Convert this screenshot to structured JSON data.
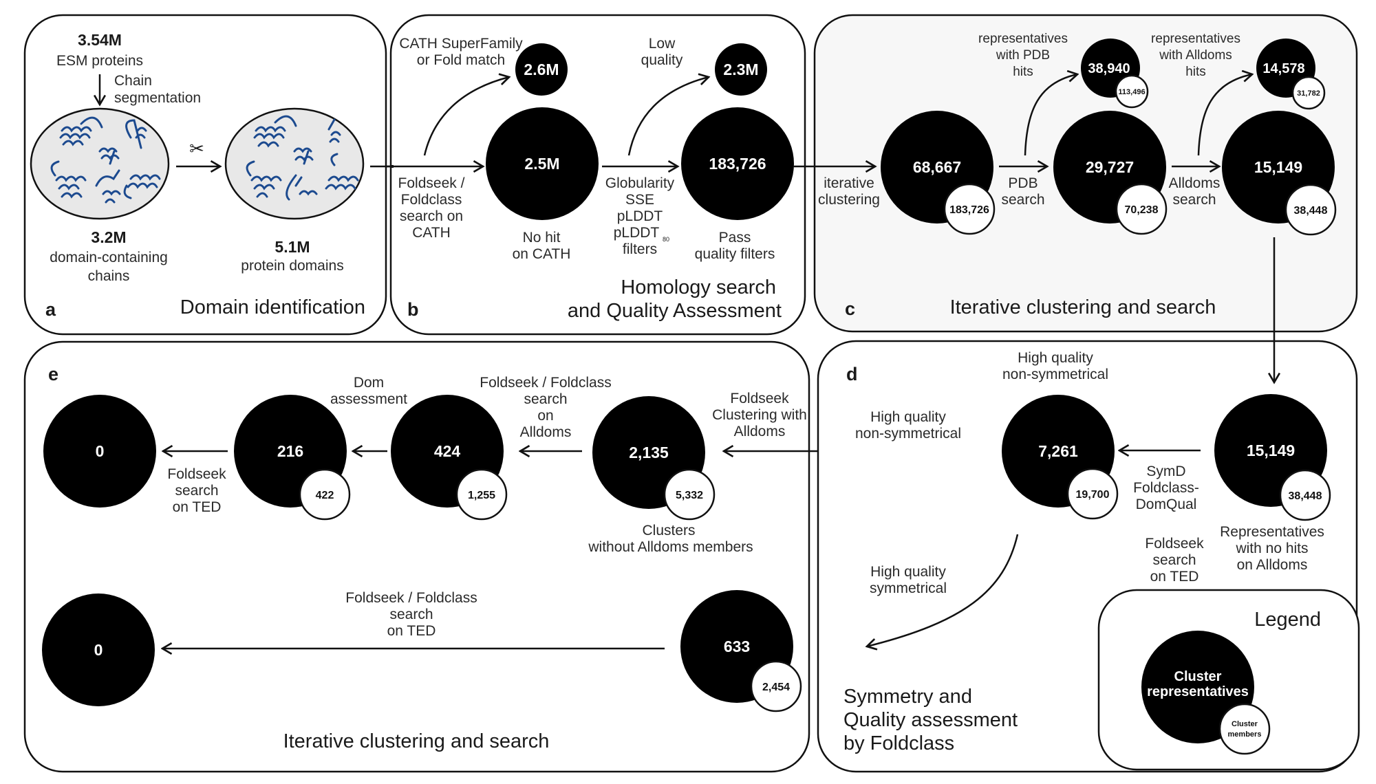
{
  "colors": {
    "representative": "#000000",
    "member": "#ffffff",
    "panel_c_bg": "#f7f7f7",
    "protein": "#1c4a8f",
    "sample_ellipse": "#e8e8e8"
  },
  "panel_a": {
    "letter": "a",
    "title": "Domain identification",
    "input_count": "3.54M",
    "input_label": "ESM proteins",
    "step_label_1": "Chain",
    "step_label_2": "segmentation",
    "chains_count": "3.2M",
    "chains_label_1": "domain-containing",
    "chains_label_2": "chains",
    "domains_count": "5.1M",
    "domains_label": "protein domains",
    "scissors_icon": "✂"
  },
  "panel_b": {
    "letter": "b",
    "title_1": "Homology search",
    "title_2": "and Quality Assessment",
    "search_label": [
      "Foldseek /",
      "Foldclass",
      "search on",
      "CATH"
    ],
    "cath_match_label": [
      "CATH SuperFamily",
      "or Fold match"
    ],
    "cath_match_count": "2.6M",
    "no_hit_count": "2.5M",
    "no_hit_label": [
      "No hit",
      "on CATH"
    ],
    "filter_label": [
      "Globularity",
      "SSE",
      "pLDDT",
      "pLDDT",
      "filters"
    ],
    "filter_subscript": "80",
    "low_quality_label": [
      "Low",
      "quality"
    ],
    "low_quality_count": "2.3M",
    "pass_count": "183,726",
    "pass_label": [
      "Pass",
      "quality filters"
    ]
  },
  "panel_c": {
    "letter": "c",
    "title": "Iterative clustering and search",
    "step1_label": [
      "iterative",
      "clustering"
    ],
    "cluster1": {
      "reps": "68,667",
      "members": "183,726"
    },
    "step2_label": [
      "PDB",
      "search"
    ],
    "pdb_hits_label": [
      "representatives",
      "with PDB",
      "hits"
    ],
    "pdb_hits": {
      "reps": "38,940",
      "members": "113,496"
    },
    "cluster2": {
      "reps": "29,727",
      "members": "70,238"
    },
    "step3_label": [
      "Alldoms",
      "search"
    ],
    "alldoms_hits_label": [
      "representatives",
      "with Alldoms",
      "hits"
    ],
    "alldoms_hits": {
      "reps": "14,578",
      "members": "31,782"
    },
    "cluster3": {
      "reps": "15,149",
      "members": "38,448"
    }
  },
  "panel_d": {
    "letter": "d",
    "title": [
      "Symmetry and",
      "Quality assessment",
      "by Foldclass"
    ],
    "input": {
      "reps": "15,149",
      "members": "38,448"
    },
    "input_label": [
      "Representatives",
      "with no hits",
      "on Alldoms"
    ],
    "foldseek_ted_label": [
      "Foldseek",
      "search",
      "on TED"
    ],
    "step_label": [
      "SymD",
      "Foldclass-",
      "DomQual"
    ],
    "hq_nonsym": {
      "reps": "7,261",
      "members": "19,700"
    },
    "hq_nonsym_top_label": [
      "High quality",
      "non-symmetrical"
    ],
    "hq_nonsym_out_label": [
      "High quality",
      "non-symmetrical"
    ],
    "hq_sym_label": [
      "High quality",
      "symmetrical"
    ]
  },
  "panel_e": {
    "letter": "e",
    "title": "Iterative clustering and search",
    "top_row": {
      "clustering_label": [
        "Foldseek",
        "Clustering with",
        "Alldoms"
      ],
      "c1": {
        "reps": "2,135",
        "members": "5,332"
      },
      "c1_label": [
        "Clusters",
        "without Alldoms members"
      ],
      "step2_label": [
        "Foldseek / Foldclass",
        "search",
        "on",
        "Alldoms"
      ],
      "c2": {
        "reps": "424",
        "members": "1,255"
      },
      "step3_label": [
        "Dom",
        "assessment"
      ],
      "c3": {
        "reps": "216",
        "members": "422"
      },
      "step4_label": [
        "Foldseek",
        "search",
        "on TED"
      ],
      "c4": {
        "reps": "0"
      }
    },
    "bottom_row": {
      "c1": {
        "reps": "633",
        "members": "2,454"
      },
      "step_label": [
        "Foldseek / Foldclass",
        "search",
        "on TED"
      ],
      "c2": {
        "reps": "0"
      }
    }
  },
  "legend": {
    "title": "Legend",
    "rep_label": [
      "Cluster",
      "representatives"
    ],
    "member_label": [
      "Cluster",
      "members"
    ]
  }
}
